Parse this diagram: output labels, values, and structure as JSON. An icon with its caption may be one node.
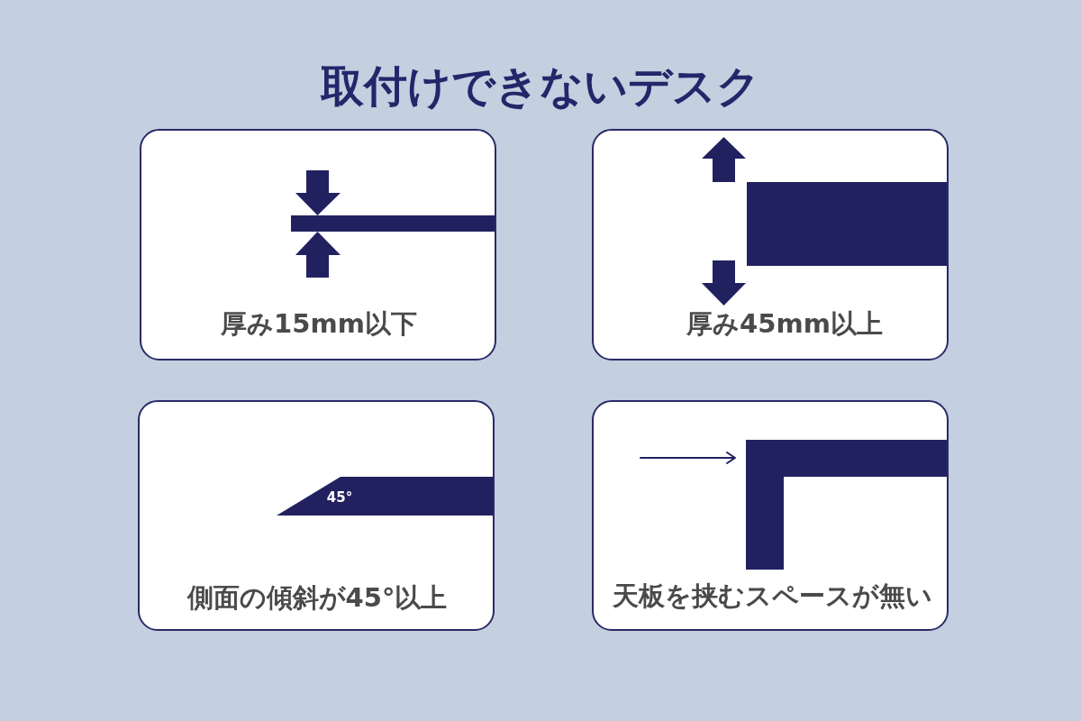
{
  "diagram": {
    "title": "取付けできないデスク",
    "nodes": [
      {
        "text": [
          "厚み15mm以下"
        ]
      },
      {
        "text": [
          "厚み45mm以上"
        ]
      },
      {
        "text": [
          "側面の傾斜が45°以上"
        ]
      },
      {
        "text": [
          "天板を挟むスペースが無い"
        ]
      }
    ],
    "labels": [
      "45°"
    ]
  }
}
